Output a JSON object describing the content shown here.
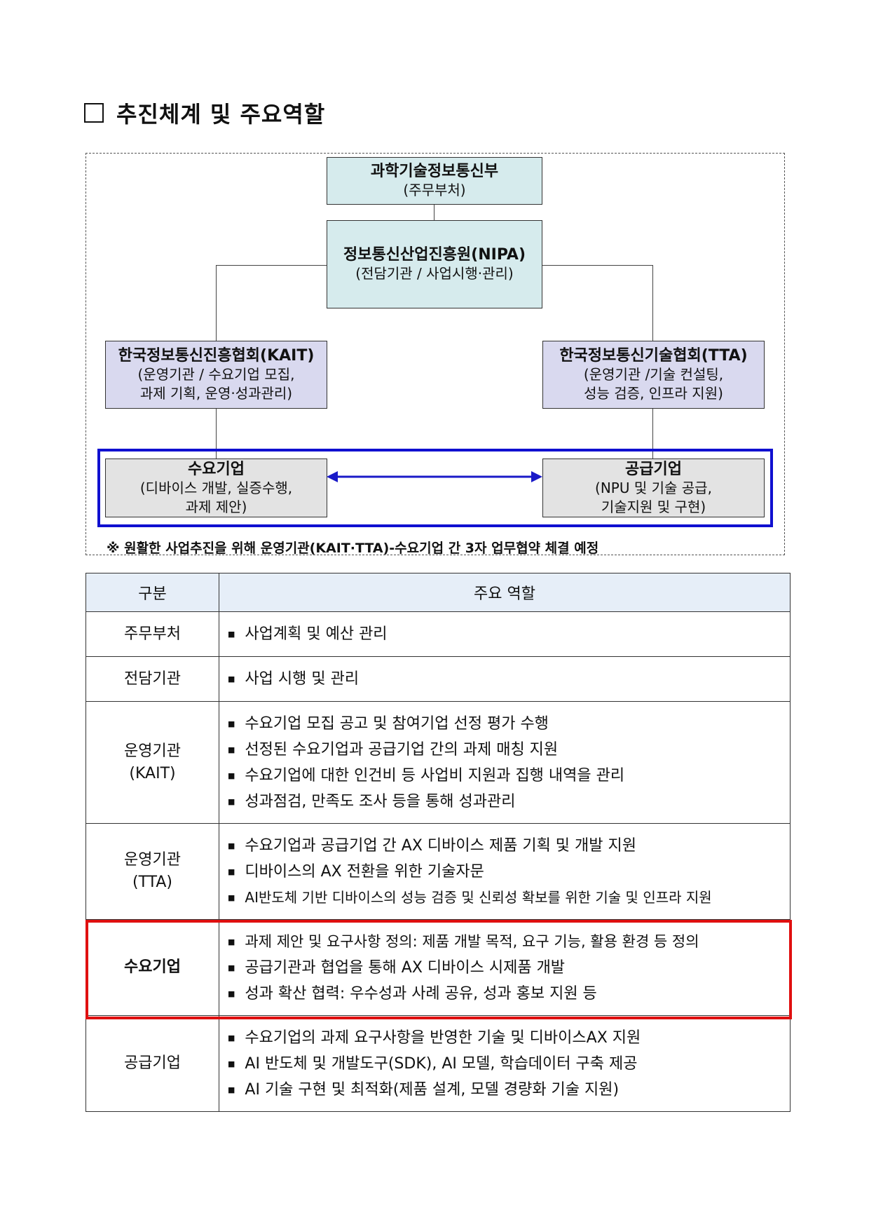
{
  "title": "추진체계 및 주요역할",
  "diagram": {
    "msit": {
      "name": "과학기술정보통신부",
      "role": "(주무부처)"
    },
    "nipa": {
      "name": "정보통신산업진흥원(NIPA)",
      "role": "(전담기관 / 사업시행·관리)"
    },
    "kait": {
      "name": "한국정보통신진흥협회(KAIT)",
      "role_line1": "(운영기관 / 수요기업 모집,",
      "role_line2": "과제 기획, 운영·성과관리)"
    },
    "tta": {
      "name": "한국정보통신기술협회(TTA)",
      "role_line1": "(운영기관 /기술 컨설팅,",
      "role_line2": "성능 검증, 인프라 지원)"
    },
    "demand": {
      "name": "수요기업",
      "role_line1": "(디바이스 개발, 실증수행,",
      "role_line2": "과제 제안)"
    },
    "supply": {
      "name": "공급기업",
      "role_line1": "(NPU 및 기술 공급,",
      "role_line2": "기술지원 및 구현)"
    },
    "note": "※ 원활한 사업추진을 위해 운영기관(KAIT·TTA)-수요기업 간 3자 업무협약 체결 예정"
  },
  "table": {
    "headers": [
      "구분",
      "주요 역할"
    ],
    "rows": [
      {
        "cat": [
          "주무부처"
        ],
        "roles": [
          "사업계획 및 예산 관리"
        ]
      },
      {
        "cat": [
          "전담기관"
        ],
        "roles": [
          "사업 시행 및 관리"
        ]
      },
      {
        "cat": [
          "운영기관",
          "(KAIT)"
        ],
        "roles": [
          "수요기업 모집 공고 및 참여기업 선정 평가 수행",
          "선정된 수요기업과 공급기업 간의 과제 매칭 지원",
          "수요기업에 대한 인건비 등 사업비 지원과 집행 내역을 관리",
          "성과점검, 만족도 조사 등을 통해 성과관리"
        ]
      },
      {
        "cat": [
          "운영기관",
          "(TTA)"
        ],
        "roles": [
          "수요기업과 공급기업 간 AX 디바이스 제품 기획 및 개발 지원",
          "디바이스의 AX 전환을 위한 기술자문",
          "AI반도체 기반 디바이스의 성능 검증 및 신뢰성 확보를 위한 기술 및 인프라 지원"
        ]
      },
      {
        "cat": [
          "수요기업"
        ],
        "roles": [
          "과제 제안 및 요구사항 정의: 제품 개발 목적, 요구 기능, 활용 환경 등 정의",
          "공급기관과 협업을 통해 AX 디바이스 시제품 개발",
          "성과 확산 협력: 우수성과 사례 공유, 성과 홍보 지원 등"
        ]
      },
      {
        "cat": [
          "공급기업"
        ],
        "roles": [
          "수요기업의 과제 요구사항을 반영한 기술 및 디바이스AX 지원",
          "AI 반도체 및 개발도구(SDK), AI 모델, 학습데이터 구축 제공",
          "AI 기술 구현 및 최적화(제품 설계, 모델 경량화 기술 지원)"
        ]
      }
    ]
  }
}
